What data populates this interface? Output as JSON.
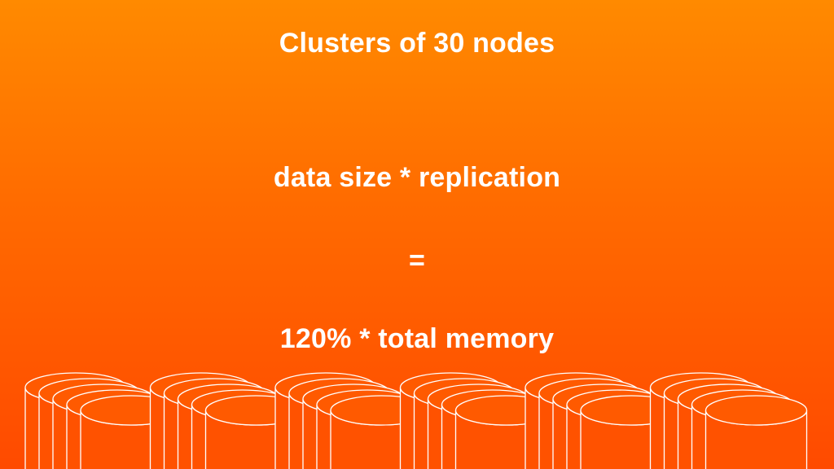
{
  "slide": {
    "title": "Clusters of 30 nodes",
    "line1": "data size * replication",
    "line2": "=",
    "line3": "120% * total memory"
  },
  "graphic": {
    "cluster_count": 6,
    "nodes_per_cluster_shown": 5,
    "icon": "database-cylinder-icon",
    "stroke_color": "#FFFFFF"
  }
}
